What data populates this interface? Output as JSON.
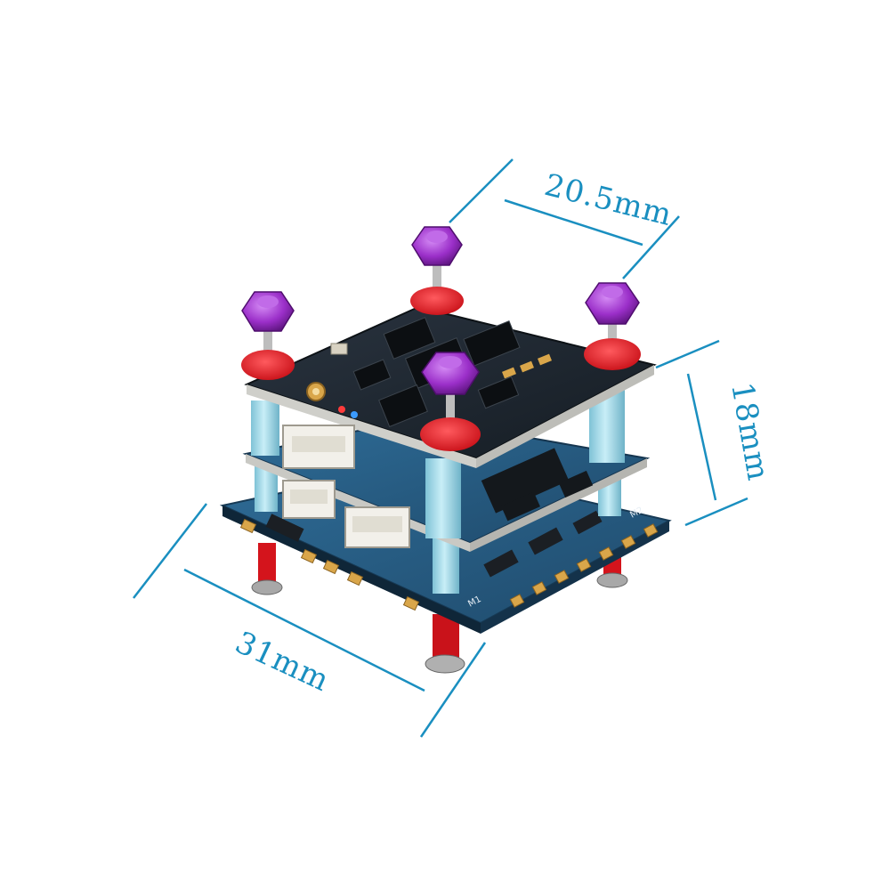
{
  "dimensions": {
    "width_label": "20.5mm",
    "height_label": "18mm",
    "length_label": "31mm"
  },
  "pcb_markings": {
    "motor_m1": "M1",
    "motor_m2": "M2"
  },
  "colors": {
    "dimension_line": "#1a8fc0",
    "board_blue": "#2b5f86",
    "board_dark": "#1c2630",
    "nut_purple": "#9b2fc9",
    "washer_red": "#e0121b",
    "standoff_light_blue": "#9fd6e6",
    "gold_pad": "#d9a64a",
    "connector_white": "#f2f0ea"
  }
}
